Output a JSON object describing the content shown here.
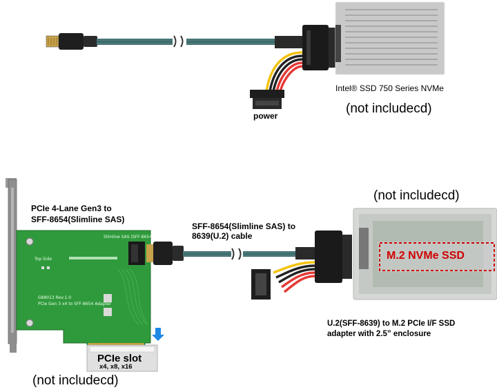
{
  "top": {
    "ssd_caption": "Intel® SSD 750 Series NVMe",
    "ssd_not_included": "(not includecd)",
    "power_label": "power"
  },
  "bottom": {
    "card_title_line1": "PCIe 4-Lane Gen3 to",
    "card_title_line2": "SFF-8654(Slimline SAS)",
    "cable_title_line1": "SFF-8654(Slimline SAS) to",
    "cable_title_line2": "8639(U.2) cable",
    "enclosure_not_included": "(not includecd)",
    "m2_label": "M.2 NVMe SSD",
    "adapter_caption_line1": "U.2(SFF-8639) to M.2 PCIe I/F SSD",
    "adapter_caption_line2": "adapter with 2.5” enclosure",
    "pcie_slot_label": "PCIe slot",
    "pcie_slot_sizes": "x4, x8, x16",
    "card_not_included": "(not includecd)",
    "pcb_silkscreen": {
      "top_side": "Top Side",
      "connector_tag": "Slimline SAS (SFF-8654)",
      "model": "G88013 Rev:1.0",
      "model_desc": "PCIe Gen 3 x4 to SFF-8654 Adapter"
    }
  },
  "colors": {
    "pcb_green": "#2f9a3c",
    "bracket_gray": "#8e8e8e",
    "cable_teal": "#3e6a6a",
    "m2_red": "#d00000",
    "arrow_blue": "#1e88e5",
    "wire_red": "#e53935",
    "wire_yellow": "#f4c20d",
    "wire_black": "#222222"
  }
}
